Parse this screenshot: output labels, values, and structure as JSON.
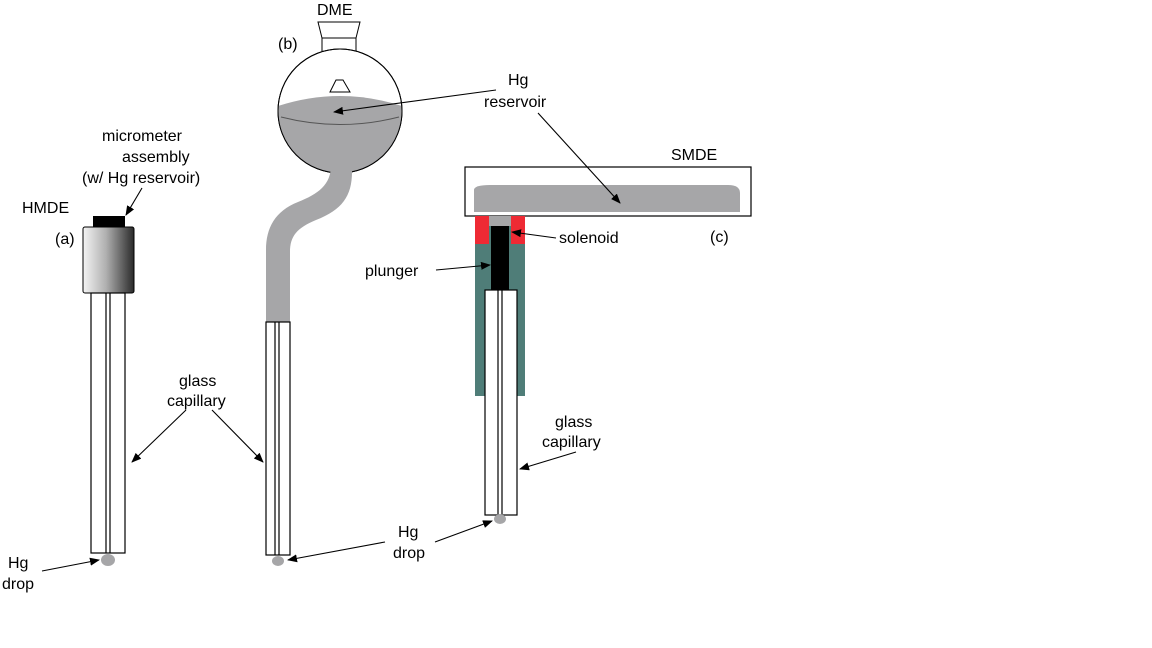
{
  "labels": {
    "hmde": "HMDE",
    "panel_a": "(a)",
    "micrometer_1": "micrometer",
    "micrometer_2": "assembly",
    "micrometer_3": "(w/ Hg reservoir)",
    "glass_cap_1": "glass",
    "glass_cap_2": "capillary",
    "hg_drop_a_1": "Hg",
    "hg_drop_a_2": "drop",
    "dme": "DME",
    "panel_b": "(b)",
    "hg_reservoir_1": "Hg",
    "hg_reservoir_2": "reservoir",
    "hg_drop_b_1": "Hg",
    "hg_drop_b_2": "drop",
    "smde": "SMDE",
    "panel_c": "(c)",
    "solenoid": "solenoid",
    "plunger": "plunger",
    "glass_cap_c_1": "glass",
    "glass_cap_c_2": "capillary"
  },
  "colors": {
    "mercury": "#a6a6a8",
    "solenoid": "#ee2a34",
    "housing": "#4f7d78",
    "plunger": "#000000",
    "outline": "#000000"
  }
}
